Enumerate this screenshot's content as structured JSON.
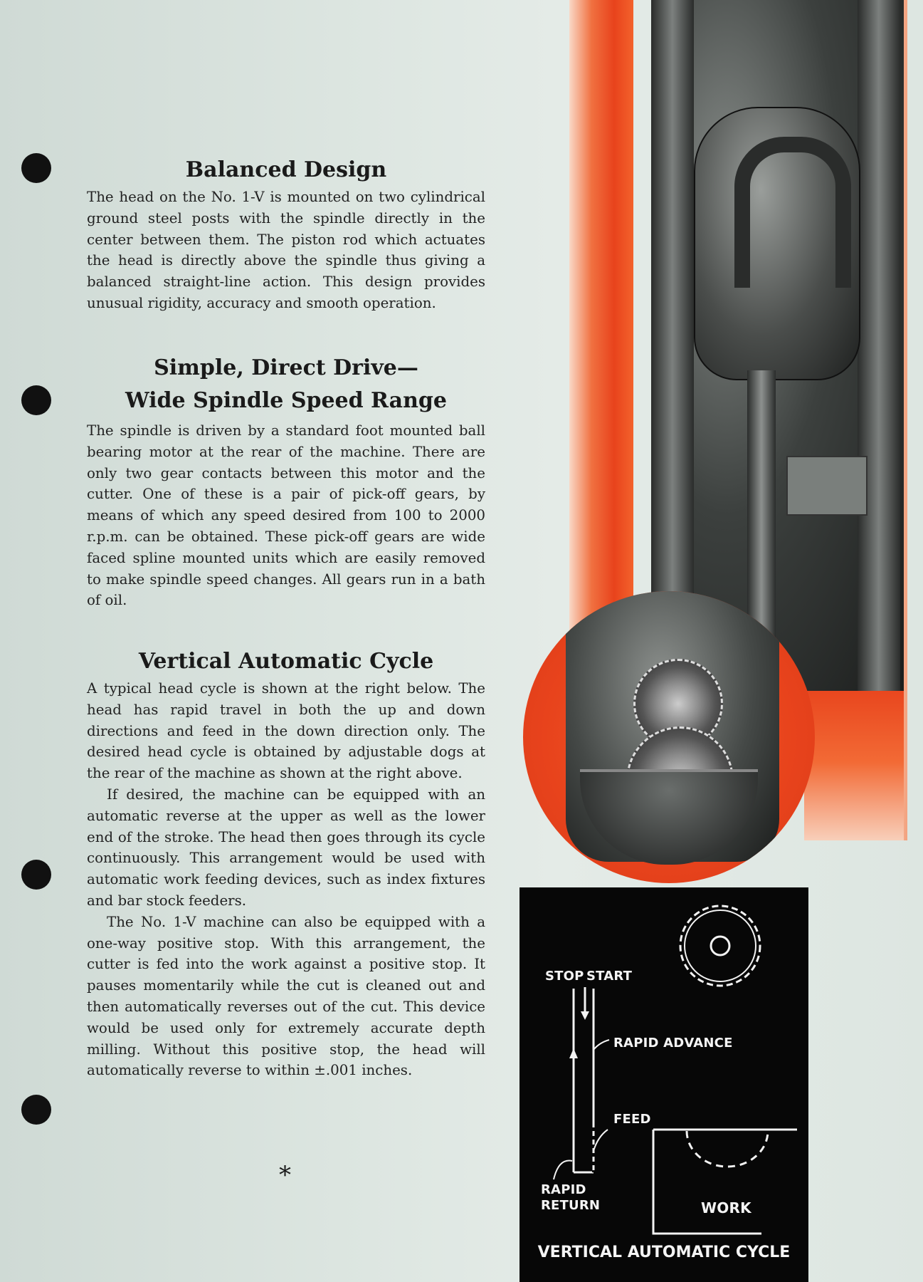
{
  "sections": [
    {
      "heading": "Balanced Design",
      "paragraphs": [
        "The head on the No. 1-V is mounted on two cylindrical ground steel posts with the spindle directly in the center between them. The piston rod which actuates the head is directly above the spindle thus giving a balanced straight-line action. This design provides unusual rigidity, accuracy and smooth operation."
      ]
    },
    {
      "heading_lines": [
        "Simple, Direct Drive—",
        "Wide Spindle Speed Range"
      ],
      "paragraphs": [
        "The spindle is driven by a standard foot mounted ball bearing motor at the rear of the machine. There are only two gear contacts between this motor and the cutter. One of these is a pair of pick-off gears, by means of which any speed desired from 100 to 2000 r.p.m. can be obtained. These pick-off gears are wide faced spline mounted units which are easily removed to make spindle speed changes. All gears run in a bath of oil."
      ]
    },
    {
      "heading": "Vertical Automatic Cycle",
      "paragraphs": [
        "A typical head cycle is shown at the right below. The head has rapid travel in both the up and down directions and feed in the down direction only. The desired head cycle is obtained by adjustable dogs at the rear of the machine as shown at the right above.",
        "If desired, the machine can be equipped with an automatic reverse at the upper as well as the lower end of the stroke. The head then goes through its cycle continuously. This arrangement would be used with automatic work feeding devices, such as index fixtures and bar stock feeders.",
        "The No. 1-V machine can also be equipped with a one-way positive stop. With this arrangement, the cutter is fed into the work against a positive stop. It pauses momentarily while the cut is cleaned out and then automatically reverses out of the cut. This device would be used only for extremely accurate depth milling. Without this positive stop, the head will automatically reverse to within ±.001 inches."
      ]
    }
  ],
  "end_mark": "*",
  "diagram": {
    "stop": "STOP",
    "start": "START",
    "rapid_advance": "RAPID ADVANCE",
    "feed": "FEED",
    "rapid_return_1": "RAPID",
    "rapid_return_2": "RETURN",
    "work": "WORK",
    "title": "VERTICAL AUTOMATIC CYCLE"
  },
  "colors": {
    "accent_orange": "#e8431c",
    "paper": "#dde6e1",
    "diagram_bg": "#070707"
  }
}
